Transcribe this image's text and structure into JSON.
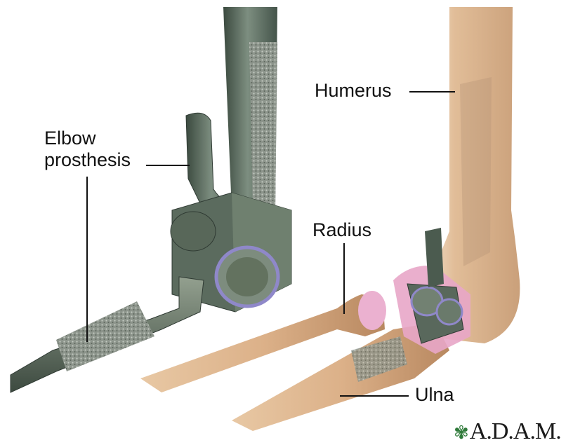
{
  "labels": {
    "humerus": "Humerus",
    "elbow_line1": "Elbow",
    "elbow_line2": "prosthesis",
    "radius": "Radius",
    "ulna": "Ulna"
  },
  "logo": {
    "text": "A.D.A.M."
  },
  "colors": {
    "bone": "#e3bf95",
    "bone_shadow": "#c99a6a",
    "metal": "#5f6f62",
    "metal_dark": "#3c4a40",
    "porous": "#9aa39a",
    "cartilage": "#e8a6c8",
    "ring": "#8f88c9"
  }
}
